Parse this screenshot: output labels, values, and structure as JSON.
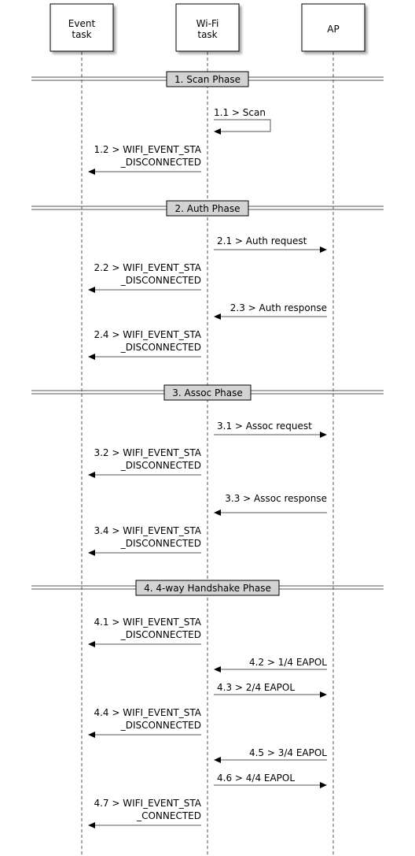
{
  "participants": [
    {
      "id": "event",
      "lines": [
        "Event",
        "task"
      ]
    },
    {
      "id": "wifi",
      "lines": [
        "Wi-Fi",
        "task"
      ]
    },
    {
      "id": "ap",
      "lines": [
        "AP"
      ]
    }
  ],
  "phases": [
    {
      "label": "1. Scan Phase"
    },
    {
      "label": "2. Auth Phase"
    },
    {
      "label": "3. Assoc Phase"
    },
    {
      "label": "4. 4-way Handshake Phase"
    }
  ],
  "messages": [
    {
      "lines": [
        "1.1 > Scan"
      ],
      "from": "wifi",
      "to": "wifi"
    },
    {
      "lines": [
        "1.2 > WIFI_EVENT_STA",
        "_DISCONNECTED"
      ],
      "from": "wifi",
      "to": "event"
    },
    {
      "lines": [
        "2.1 > Auth request"
      ],
      "from": "wifi",
      "to": "ap"
    },
    {
      "lines": [
        "2.2 > WIFI_EVENT_STA",
        "_DISCONNECTED"
      ],
      "from": "wifi",
      "to": "event"
    },
    {
      "lines": [
        "2.3 > Auth response"
      ],
      "from": "ap",
      "to": "wifi"
    },
    {
      "lines": [
        "2.4 > WIFI_EVENT_STA",
        "_DISCONNECTED"
      ],
      "from": "wifi",
      "to": "event"
    },
    {
      "lines": [
        "3.1 > Assoc request"
      ],
      "from": "wifi",
      "to": "ap"
    },
    {
      "lines": [
        "3.2 > WIFI_EVENT_STA",
        "_DISCONNECTED"
      ],
      "from": "wifi",
      "to": "event"
    },
    {
      "lines": [
        "3.3 > Assoc response"
      ],
      "from": "ap",
      "to": "wifi"
    },
    {
      "lines": [
        "3.4 > WIFI_EVENT_STA",
        "_DISCONNECTED"
      ],
      "from": "wifi",
      "to": "event"
    },
    {
      "lines": [
        "4.1 > WIFI_EVENT_STA",
        "_DISCONNECTED"
      ],
      "from": "wifi",
      "to": "event"
    },
    {
      "lines": [
        "4.2 > 1/4 EAPOL"
      ],
      "from": "ap",
      "to": "wifi"
    },
    {
      "lines": [
        "4.3 > 2/4 EAPOL"
      ],
      "from": "wifi",
      "to": "ap"
    },
    {
      "lines": [
        "4.4 > WIFI_EVENT_STA",
        "_DISCONNECTED"
      ],
      "from": "wifi",
      "to": "event"
    },
    {
      "lines": [
        "4.5 > 3/4 EAPOL"
      ],
      "from": "ap",
      "to": "wifi"
    },
    {
      "lines": [
        "4.6 > 4/4 EAPOL"
      ],
      "from": "wifi",
      "to": "ap"
    },
    {
      "lines": [
        "4.7 > WIFI_EVENT_STA",
        "_CONNECTED"
      ],
      "from": "wifi",
      "to": "event"
    }
  ]
}
